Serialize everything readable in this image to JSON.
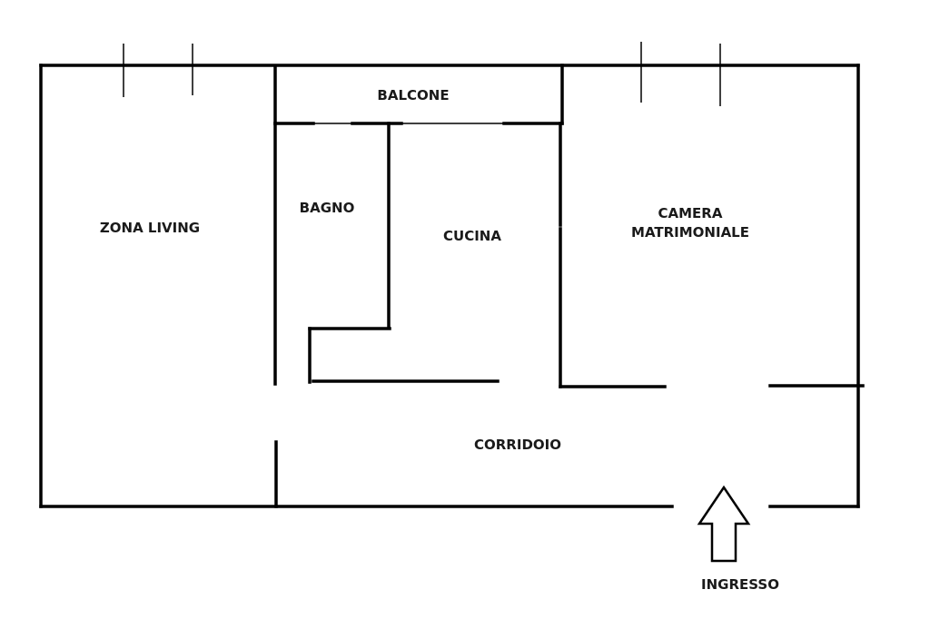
{
  "rooms": {
    "zona_living": "ZONA LIVING",
    "balcone": "BALCONE",
    "bagno": "BAGNO",
    "cucina": "CUCINA",
    "camera_line1": "CAMERA",
    "camera_line2": "MATRIMONIALE",
    "corridoio": "CORRIDOIO"
  },
  "entrance": {
    "label": "INGRESSO",
    "icon": "up-arrow-icon"
  },
  "colors": {
    "walls": "#000000",
    "background": "#ffffff"
  }
}
